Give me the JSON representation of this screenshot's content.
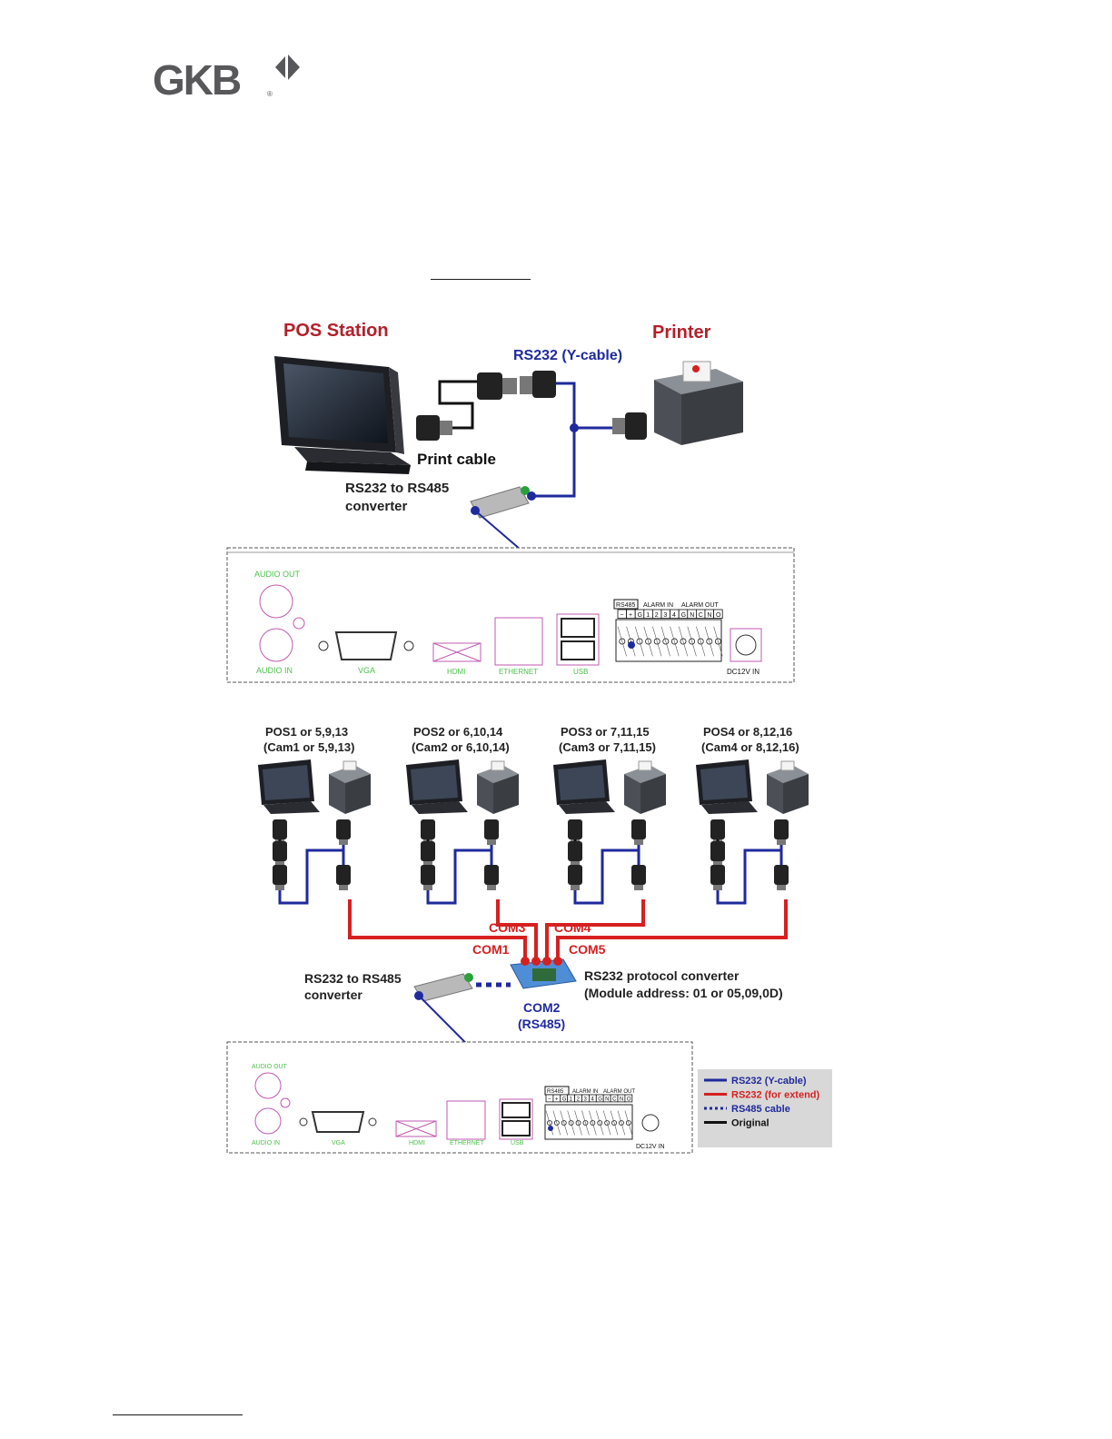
{
  "logo": {
    "text": "GKB",
    "registered": "®"
  },
  "diagram1": {
    "pos_station": "POS Station",
    "printer": "Printer",
    "ycable": "RS232 (Y-cable)",
    "print_cable": "Print cable",
    "converter_line1": "RS232 to RS485",
    "converter_line2": "converter",
    "panel": {
      "audio_out": "AUDIO OUT",
      "audio_in": "AUDIO IN",
      "vga": "VGA",
      "hdmi": "HDMI",
      "ethernet": "ETHERNET",
      "usb": "USB",
      "rs485": "RS485",
      "alarm_in": "ALARM IN",
      "alarm_out": "ALARM OUT",
      "dc": "DC12V IN",
      "pins": [
        "−",
        "+",
        "G",
        "1",
        "2",
        "3",
        "4",
        "G",
        "N",
        "C",
        "N",
        "O"
      ]
    }
  },
  "diagram2": {
    "pos_labels": [
      {
        "l1": "POS1 or 5,9,13",
        "l2": "(Cam1 or 5,9,13)"
      },
      {
        "l1": "POS2 or 6,10,14",
        "l2": "(Cam2 or 6,10,14)"
      },
      {
        "l1": "POS3 or 7,11,15",
        "l2": "(Cam3 or 7,11,15)"
      },
      {
        "l1": "POS4 or 8,12,16",
        "l2": "(Cam4 or 8,12,16)"
      }
    ],
    "com1": "COM1",
    "com3": "COM3",
    "com4": "COM4",
    "com5": "COM5",
    "com2": "COM2",
    "com2_sub": "(RS485)",
    "converter_line1": "RS232 to RS485",
    "converter_line2": "converter",
    "protocol_line1": "RS232 protocol converter",
    "protocol_line2": "(Module address: 01 or 05,09,0D)",
    "legend": [
      {
        "label": "RS232 (Y-cable)",
        "color": "#1f2a9c",
        "style": "solid"
      },
      {
        "label": "RS232 (for extend)",
        "color": "#d62020",
        "style": "solid"
      },
      {
        "label": "RS485 cable",
        "color": "#1f2a9c",
        "style": "dotted"
      },
      {
        "label": "Original",
        "color": "#111111",
        "style": "solid"
      }
    ]
  },
  "colors": {
    "blue": "#1f2a9c",
    "red": "#d62020",
    "title_red": "#b3202a",
    "panel_green": "#4cc24c"
  }
}
